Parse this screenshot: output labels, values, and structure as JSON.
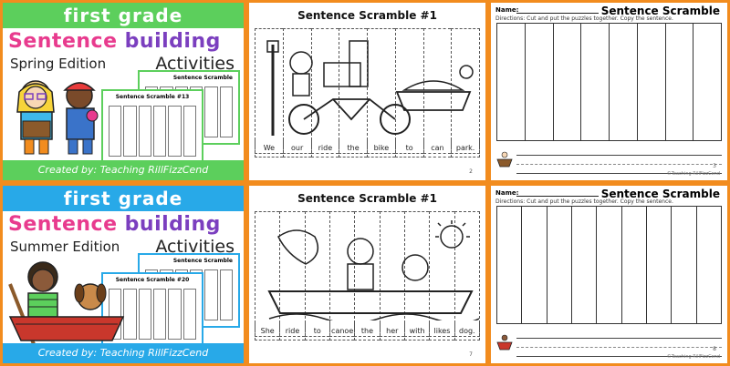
{
  "covers": [
    {
      "grade": "first grade",
      "title_words": [
        "Sentence",
        "building"
      ],
      "edition": "Spring Edition",
      "activities": "Activities",
      "mini_title": "Sentence Scramble #13",
      "mini_title2": "Sentence Scramble",
      "footer": "Created by: Teaching RillFizzCend"
    },
    {
      "grade": "first grade",
      "title_words": [
        "Sentence",
        "building"
      ],
      "edition": "Summer Edition",
      "activities": "Activities",
      "mini_title": "Sentence Scramble #20",
      "mini_title2": "Sentence Scramble",
      "footer": "Created by: Teaching RillFizzCend"
    }
  ],
  "scrambles": [
    {
      "title": "Sentence Scramble #1",
      "words": [
        "We",
        "our",
        "ride",
        "the",
        "bike",
        "to",
        "can",
        "park."
      ],
      "page": "2"
    },
    {
      "title": "Sentence Scramble #1",
      "words": [
        "She",
        "ride",
        "to",
        "canoe",
        "the",
        "her",
        "with",
        "likes",
        "dog."
      ],
      "page": "7"
    }
  ],
  "writing": [
    {
      "name_label": "Name:",
      "title": "Sentence Scramble",
      "directions": "Directions: Cut and put the puzzles together. Copy the sentence.",
      "credit": "©Teaching RillFizzCend",
      "page": "3"
    },
    {
      "name_label": "Name:",
      "title": "Sentence Scramble",
      "directions": "Directions: Cut and put the puzzles together. Copy the sentence.",
      "credit": "©Teaching RillFizzCend",
      "page": "8"
    }
  ],
  "colors": {
    "border": "#f28c1e",
    "spring": "#5ccf5c",
    "summer": "#28a9e8"
  }
}
